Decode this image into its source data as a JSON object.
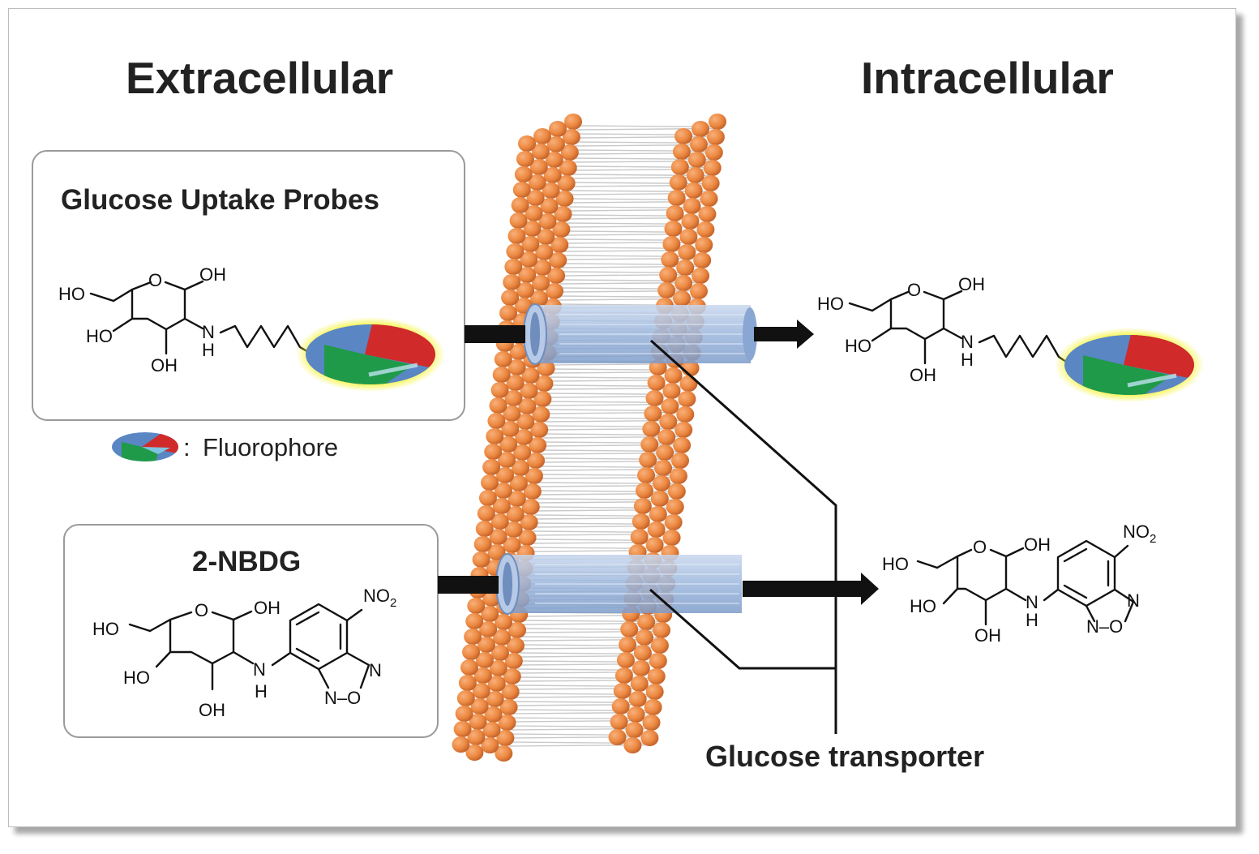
{
  "headings": {
    "extracellular": "Extracellular",
    "intracellular": "Intracellular"
  },
  "probe_box": {
    "title": "Glucose Uptake Probes"
  },
  "nbdg_box": {
    "title": "2-NBDG"
  },
  "legend": {
    "separator": ":",
    "fluorophore_label": "Fluorophore"
  },
  "transporter_label": "Glucose transporter",
  "chem_labels": {
    "HO": "HO",
    "OH": "OH",
    "O": "O",
    "N": "N",
    "H": "H",
    "NO": "NO",
    "sub2": "2",
    "N_O": "N–O"
  },
  "colors": {
    "lipid_head": "#ec8840",
    "lipid_tail": "#c9c9c9",
    "transporter": "#9bb6dd",
    "fluorophore_red": "#d12a2a",
    "fluorophore_green": "#1f9a48",
    "fluorophore_blue": "#5a86c4",
    "glow": "#f4f10a",
    "arrow": "#111111"
  }
}
